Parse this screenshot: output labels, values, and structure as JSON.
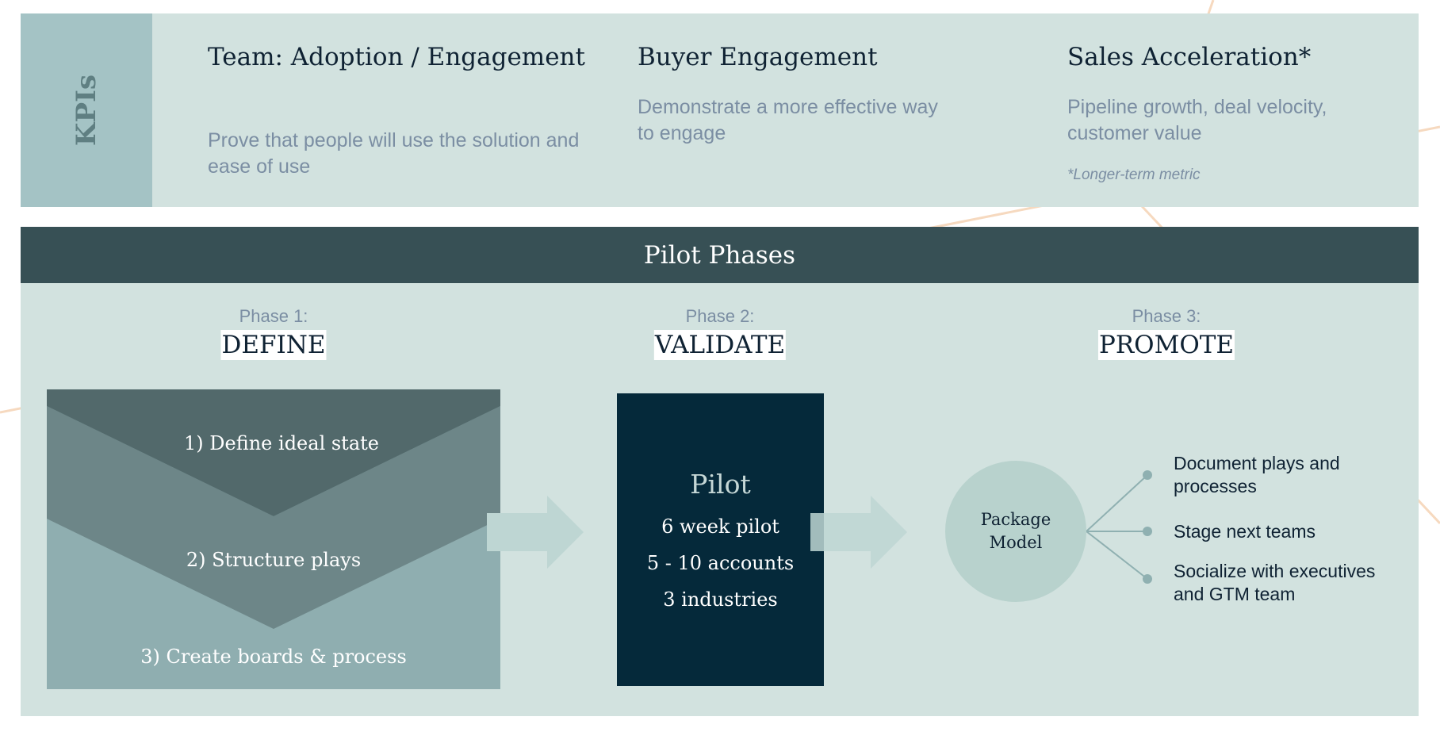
{
  "kpis": {
    "label": "KPIs",
    "columns": [
      {
        "title": "Team: Adoption / Engagement",
        "description": "Prove that people will use the solution and ease of use"
      },
      {
        "title": "Buyer Engagement",
        "description": "Demonstrate a more effective way to engage"
      },
      {
        "title": "Sales Acceleration*",
        "description": "Pipeline growth, deal velocity, customer value",
        "note": "*Longer-term metric"
      }
    ]
  },
  "pilot_phases": {
    "header": "Pilot Phases",
    "phases": [
      {
        "number": "Phase 1:",
        "title": "DEFINE"
      },
      {
        "number": "Phase 2:",
        "title": "VALIDATE"
      },
      {
        "number": "Phase 3:",
        "title": "PROMOTE"
      }
    ],
    "define_steps": [
      "1) Define ideal state",
      "2) Structure plays",
      "3) Create boards & process"
    ],
    "pilot": {
      "title": "Pilot",
      "lines": [
        "6 week pilot",
        "5 - 10 accounts",
        "3 industries"
      ]
    },
    "promote": {
      "center": "Package Model",
      "outputs": [
        "Document plays and processes",
        "Stage next teams",
        "Socialize with executives and GTM team"
      ]
    }
  },
  "colors": {
    "header": "#375055",
    "panel": "#d2e2df",
    "pilot_box": "#05293a",
    "kpi_label_bg": "#a4c3c5"
  }
}
